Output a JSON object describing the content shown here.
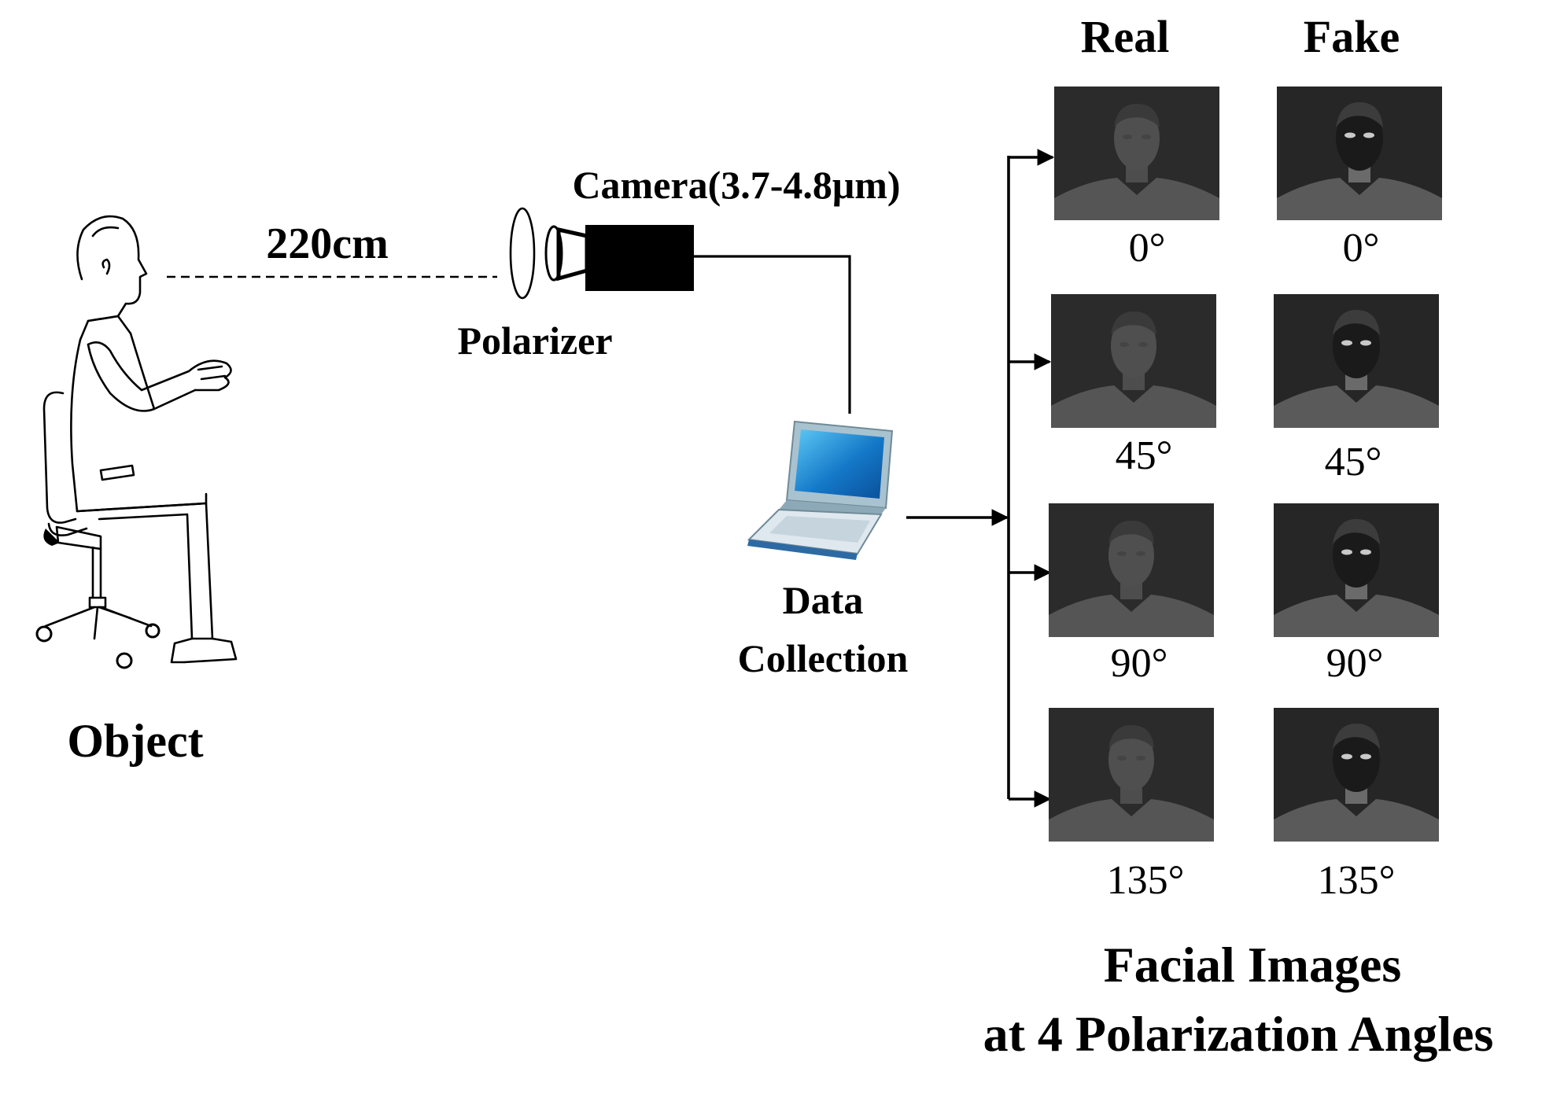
{
  "subject": {
    "label": "Object"
  },
  "distance": {
    "label": "220cm"
  },
  "polarizer": {
    "label": "Polarizer"
  },
  "camera": {
    "label": "Camera(3.7-4.8μm)"
  },
  "computer": {
    "label_line1": "Data",
    "label_line2": "Collection"
  },
  "columns": {
    "real": "Real",
    "fake": "Fake"
  },
  "angles": [
    "0°",
    "45°",
    "90°",
    "135°"
  ],
  "caption": {
    "line1": "Facial Images",
    "line2": "at 4 Polarization Angles"
  }
}
